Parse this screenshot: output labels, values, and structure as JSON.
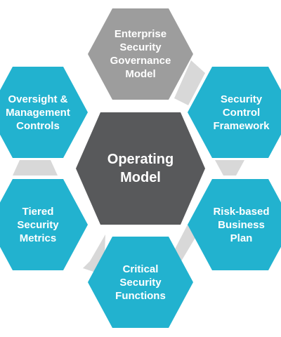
{
  "colors": {
    "center_fill": "#58595b",
    "governance_fill": "#9d9d9d",
    "outer_fill": "#22b2cf",
    "connector_fill": "#d8d8d8",
    "text": "#ffffff"
  },
  "center": {
    "label": "Operating\nModel"
  },
  "top": {
    "label": "Enterprise\nSecurity\nGovernance\nModel"
  },
  "top_right": {
    "label": "Security\nControl\nFramework"
  },
  "bottom_right": {
    "label": "Risk-based\nBusiness\nPlan"
  },
  "bottom": {
    "label": "Critical\nSecurity\nFunctions"
  },
  "bottom_left": {
    "label": "Tiered\nSecurity\nMetrics"
  },
  "top_left": {
    "label": "Oversight &\nManagement\nControls"
  }
}
